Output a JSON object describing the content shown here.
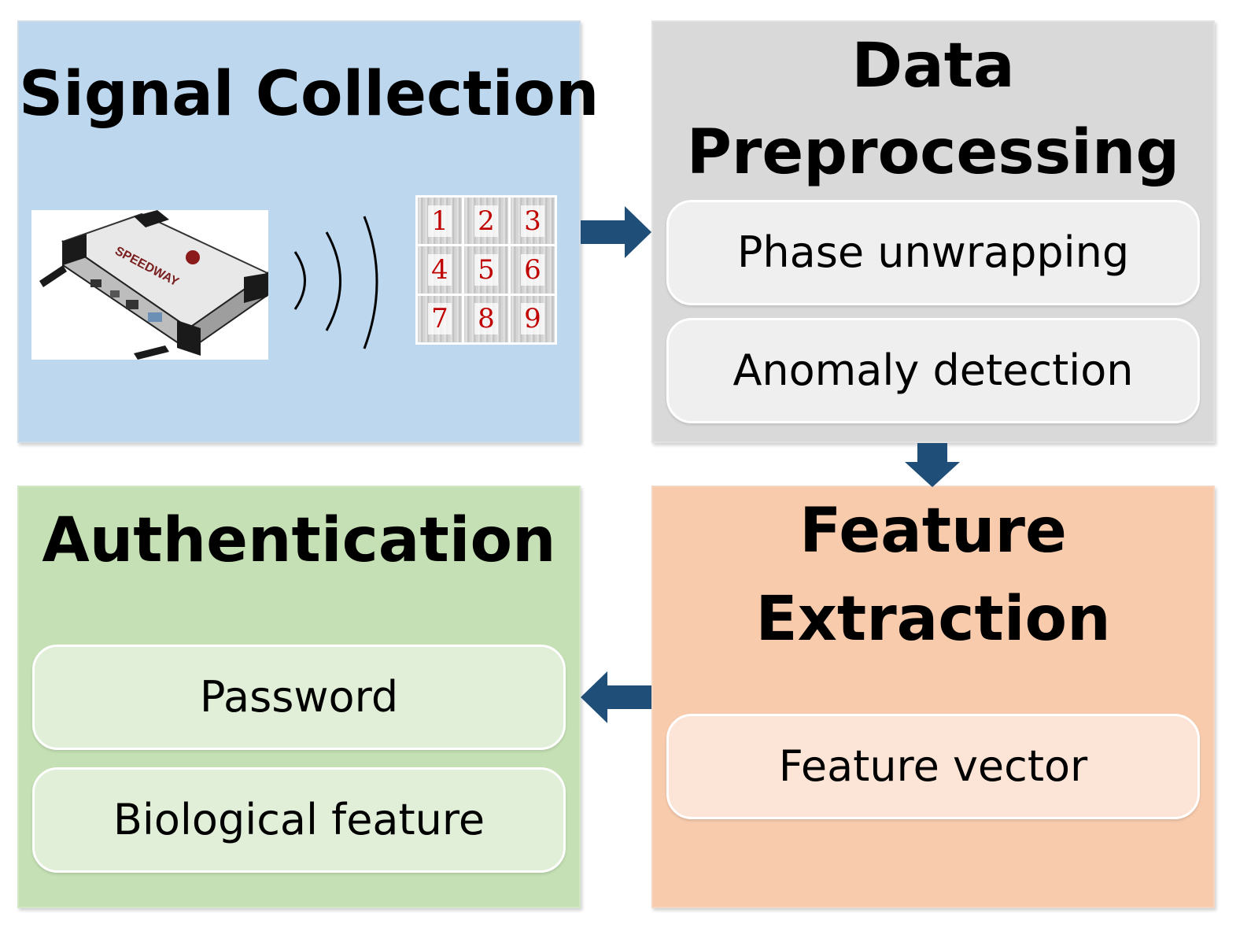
{
  "signal_collection": {
    "title": "Signal Collection",
    "reader_label": "SPEEDWAY",
    "tags": [
      "1",
      "2",
      "3",
      "4",
      "5",
      "6",
      "7",
      "8",
      "9"
    ]
  },
  "data_preprocessing": {
    "title_line1": "Data",
    "title_line2": "Preprocessing",
    "items": [
      "Phase unwrapping",
      "Anomaly detection"
    ]
  },
  "feature_extraction": {
    "title_line1": "Feature",
    "title_line2": "Extraction",
    "items": [
      "Feature vector"
    ]
  },
  "authentication": {
    "title": "Authentication",
    "items": [
      "Password",
      "Biological feature"
    ]
  },
  "colors": {
    "signal_panel": "#bdd7ee",
    "preprocessing_panel": "#d9d9d9",
    "feature_panel": "#f8cbad",
    "auth_panel": "#c5e0b4",
    "arrow": "#1f4e79",
    "tag_number": "#c00000"
  }
}
